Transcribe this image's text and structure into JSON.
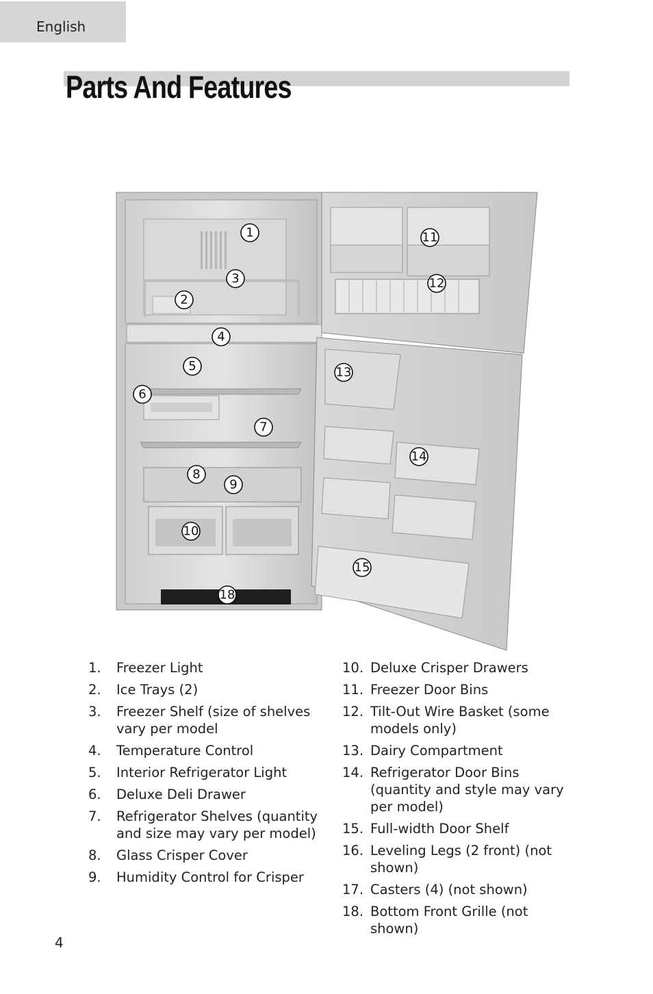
{
  "header": {
    "language": "English"
  },
  "title": "Parts And Features",
  "page_number": "4",
  "callouts": [
    "1",
    "2",
    "3",
    "4",
    "5",
    "6",
    "7",
    "8",
    "9",
    "10",
    "11",
    "12",
    "13",
    "14",
    "15",
    "18"
  ],
  "parts_left": [
    {
      "num": "1.",
      "text": "Freezer Light"
    },
    {
      "num": "2.",
      "text": "Ice Trays (2)"
    },
    {
      "num": "3.",
      "text": "Freezer Shelf (size of shelves vary per model"
    },
    {
      "num": "4.",
      "text": "Temperature Control"
    },
    {
      "num": "5.",
      "text": "Interior Refrigerator Light"
    },
    {
      "num": "6.",
      "text": "Deluxe Deli Drawer"
    },
    {
      "num": "7.",
      "text": "Refrigerator Shelves (quantity and size may vary per model)"
    },
    {
      "num": "8.",
      "text": "Glass Crisper Cover"
    },
    {
      "num": "9.",
      "text": "Humidity Control for Crisper"
    }
  ],
  "parts_right": [
    {
      "num": "10.",
      "text": "Deluxe Crisper Drawers"
    },
    {
      "num": "11.",
      "text": "Freezer Door Bins"
    },
    {
      "num": "12.",
      "text": "Tilt-Out Wire Basket (some models only)"
    },
    {
      "num": "13.",
      "text": "Dairy Compartment"
    },
    {
      "num": "14.",
      "text": "Refrigerator Door Bins (quantity and style may vary per model)"
    },
    {
      "num": "15.",
      "text": "Full-width Door Shelf"
    },
    {
      "num": "16.",
      "text": "Leveling Legs (2 front) (not shown)"
    },
    {
      "num": "17.",
      "text": "Casters (4) (not shown)"
    },
    {
      "num": "18.",
      "text": "Bottom Front Grille (not shown)"
    }
  ]
}
